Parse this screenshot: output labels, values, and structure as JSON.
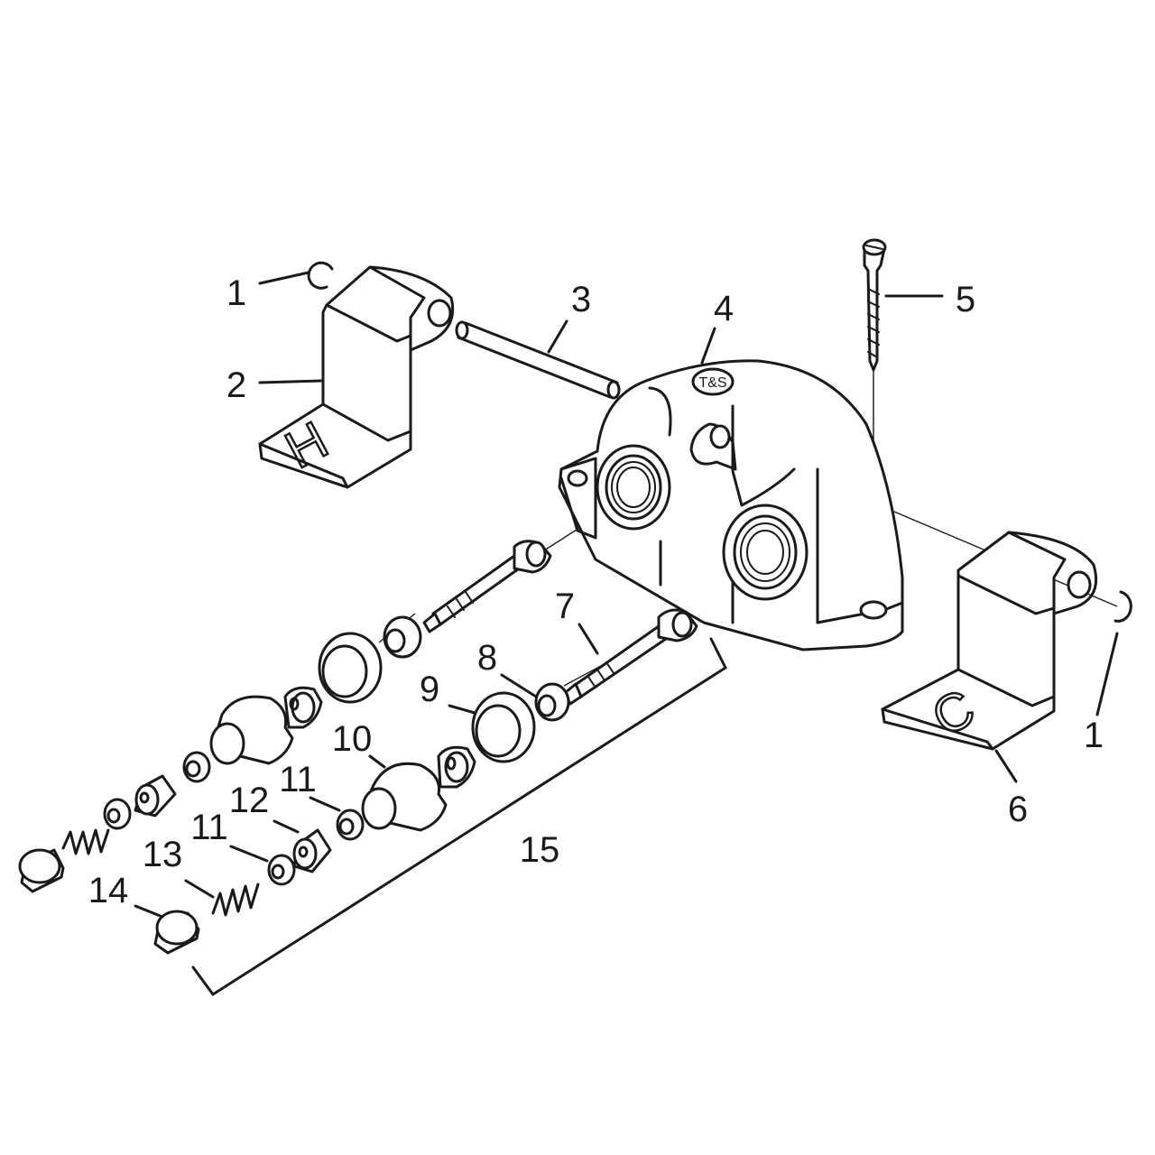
{
  "callouts": {
    "c1_left": "1",
    "c1_right": "1",
    "c2": "2",
    "c3": "3",
    "c4": "4",
    "c5": "5",
    "c6": "6",
    "c7": "7",
    "c8": "8",
    "c9": "9",
    "c10": "10",
    "c11_upper": "11",
    "c11_lower": "11",
    "c12": "12",
    "c13": "13",
    "c14": "14",
    "c15": "15"
  },
  "markings": {
    "bracket_h_letter": "H",
    "bracket_c_letter": "C",
    "body_stamp": "T&S"
  },
  "colors": {
    "ink": "#1a1a1a",
    "paper": "#ffffff"
  }
}
